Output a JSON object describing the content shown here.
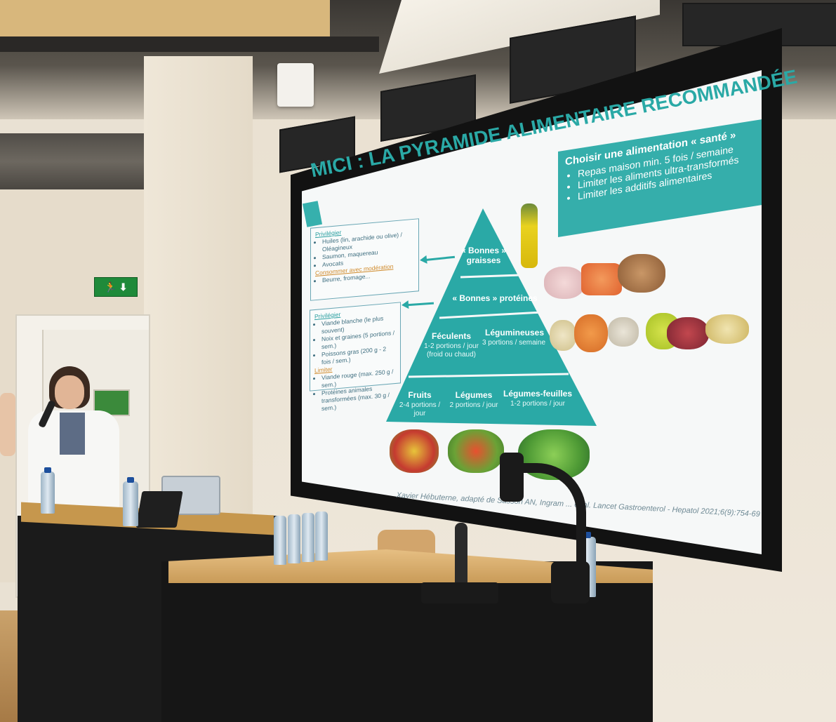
{
  "exit_sign": {
    "symbol": "🏃 ⬇"
  },
  "slide": {
    "title": "MICI : LA PYRAMIDE ALIMENTAIRE RECOMMANDÉE",
    "sante_box": {
      "heading": "Choisir une alimentation « santé »",
      "items": [
        "Repas maison min. 5 fois / semaine",
        "Limiter les aliments ultra-transformés",
        "Limiter les additifs alimentaires"
      ]
    },
    "note_top": {
      "privilege_label": "Privilégier",
      "privilege_items": [
        "Huiles (lin, arachide ou olive) / Oléagineux",
        "Saumon, maquereau",
        "Avocats"
      ],
      "moderation_label": "Consommer avec modération",
      "moderation_items": [
        "Beurre, fromage..."
      ]
    },
    "note_bottom": {
      "privilege_label": "Privilégier",
      "privilege_items": [
        "Viande blanche (le plus souvent)",
        "Noix et graines (5 portions / sem.)",
        "Poissons gras (200 g - 2 fois / sem.)"
      ],
      "limit_label": "Limiter",
      "limit_items": [
        "Viande rouge (max. 250 g / sem.)",
        "Protéines animales transformées (max. 30 g / sem.)"
      ]
    },
    "pyramid": {
      "top": "« Bonnes » graisses",
      "middle": "« Bonnes » protéines",
      "feculents": {
        "label": "Féculents",
        "sub": "1-2 portions / jour (froid ou chaud)"
      },
      "legumineuses": {
        "label": "Légumineuses",
        "sub": "3 portions / semaine"
      },
      "fruits": {
        "label": "Fruits",
        "sub": "2-4 portions / jour"
      },
      "legumes": {
        "label": "Légumes",
        "sub": "2 portions / jour"
      },
      "legumes_feuilles": {
        "label": "Légumes-feuilles",
        "sub": "1-2 portions / jour"
      }
    },
    "citation": "Xavier Hébuterne, adapté de Sasson AN, Ingram ... et al. Lancet Gastroenterol - Hepatol 2021;6(9):754-69"
  },
  "colors": {
    "teal": "#2aa9a6",
    "screen_bg": "#f6f8f8",
    "podium_wood": "#c99b58",
    "podium_body": "#161616"
  }
}
